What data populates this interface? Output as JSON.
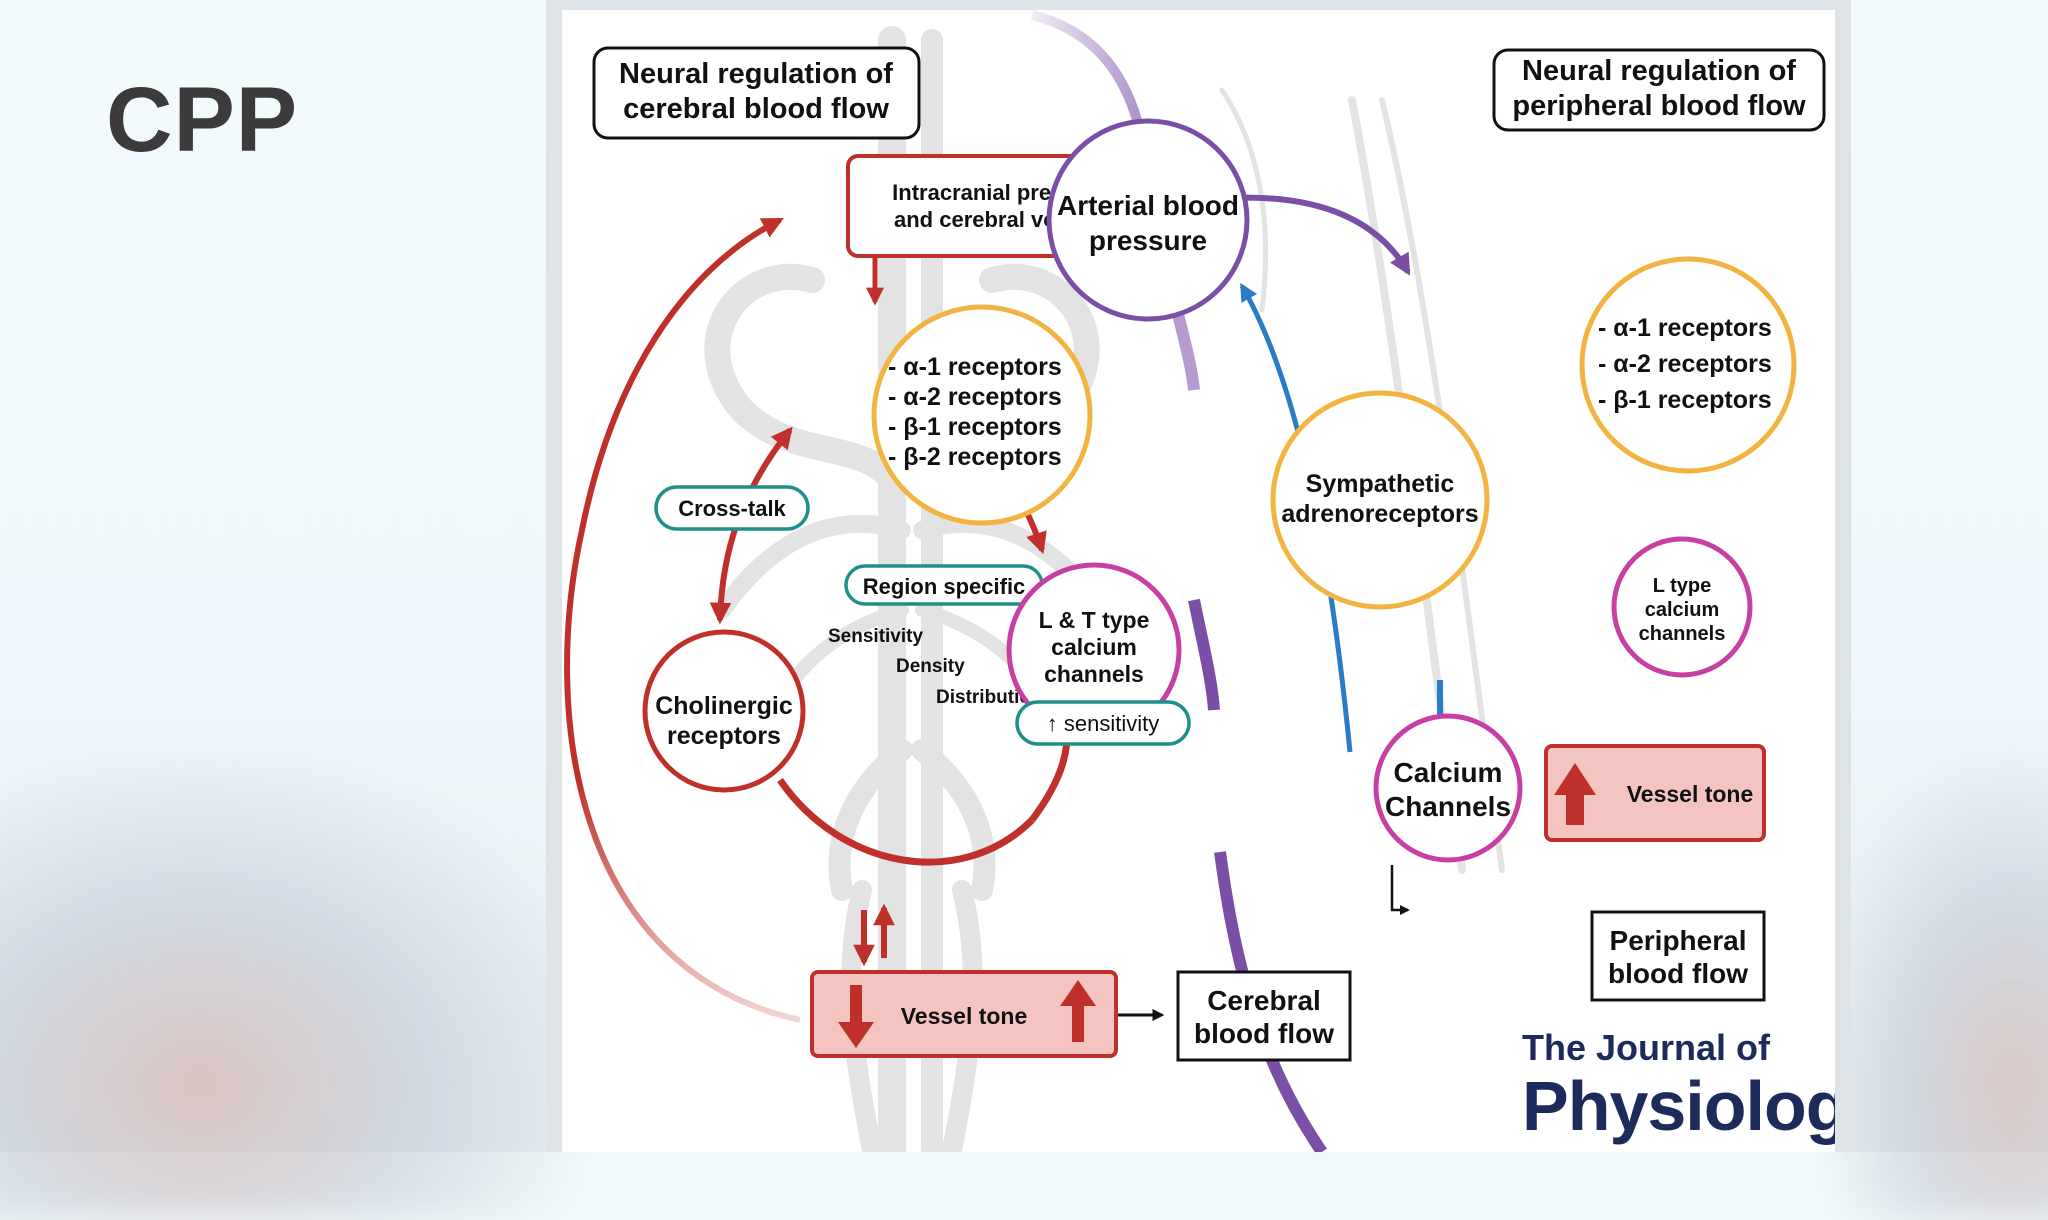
{
  "slide": {
    "title": "CPP"
  },
  "diagram": {
    "cerebral_heading": [
      "Neural regulation of",
      "cerebral blood flow"
    ],
    "peripheral_heading": [
      "Neural regulation of",
      "peripheral blood flow"
    ],
    "icp_box": [
      "Intracranial pressure",
      "and cerebral volume"
    ],
    "arterial": [
      "Arterial blood",
      "pressure"
    ],
    "cerebral_receptors": [
      "- α-1 receptors",
      "- α-2 receptors",
      "- β-1 receptors",
      "- β-2 receptors"
    ],
    "peripheral_receptors": [
      "- α-1 receptors",
      "- α-2 receptors",
      "- β-1 receptors"
    ],
    "cross_talk": "Cross-talk",
    "region_specific": "Region specific",
    "region_items": [
      "Sensitivity",
      "Density",
      "Distribution"
    ],
    "cholinergic": [
      "Cholinergic",
      "receptors"
    ],
    "lt_channels": [
      "L & T type",
      "calcium",
      "channels"
    ],
    "sensitivity_pill": "↑ sensitivity",
    "sympathetic": [
      "Sympathetic",
      "adrenoreceptors"
    ],
    "calcium_channels": [
      "Calcium",
      "Channels"
    ],
    "l_channels": [
      "L type",
      "calcium",
      "channels"
    ],
    "vessel_tone_cerebral": "Vessel tone",
    "vessel_tone_peripheral": "Vessel tone",
    "cerebral_flow": [
      "Cerebral",
      "blood flow"
    ],
    "peripheral_flow": [
      "Peripheral",
      "blood flow"
    ],
    "journal": {
      "line1": "The Journal of",
      "line2": "Physiology"
    }
  },
  "colors": {
    "red": "#c0302a",
    "purple": "#7b4fa6",
    "orange": "#f2b340",
    "teal": "#1f8f8a",
    "magenta": "#c83fa3",
    "blue": "#2a7cc7",
    "navy": "#1d2a5c",
    "vessel_fill": "#f4c4c0"
  }
}
